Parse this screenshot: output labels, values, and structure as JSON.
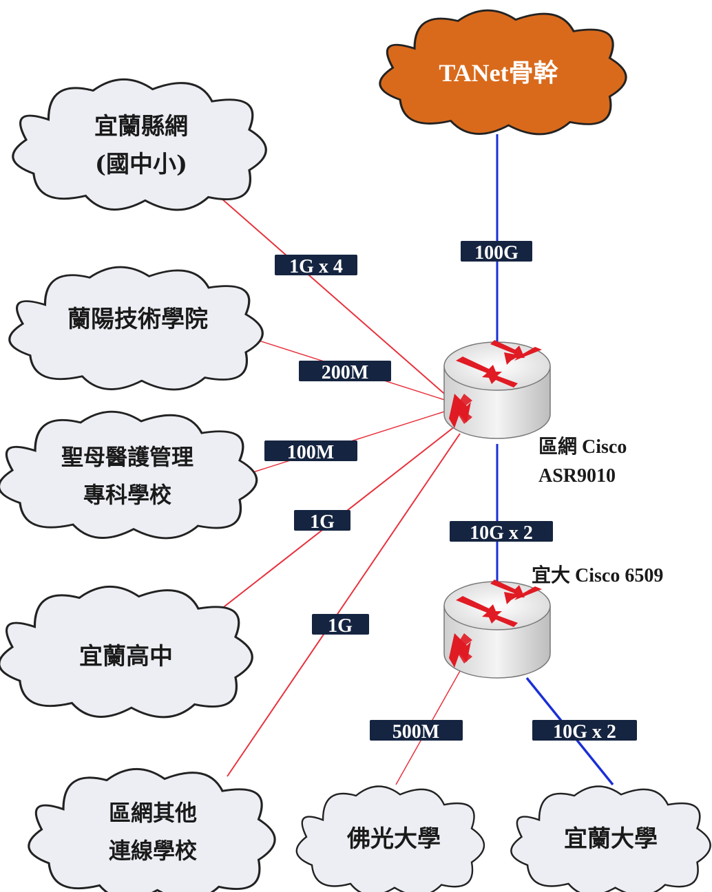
{
  "colors": {
    "backbone_cloud": "#d96a1c",
    "school_cloud": "#eceef3",
    "badge": "#152440",
    "link_red": "#e8313c",
    "link_blue": "#1a2fd6",
    "router_body": "#e6e6e6",
    "router_arrow": "#e01b24"
  },
  "backbone": {
    "label": "TANet骨幹"
  },
  "routers": {
    "core": {
      "line1": "區網 Cisco",
      "line2": "ASR9010",
      "icon": "router-icon"
    },
    "campus": {
      "line1": "宜大 Cisco 6509",
      "icon": "router-icon"
    }
  },
  "clouds": {
    "yilan_county": {
      "line1": "宜蘭縣網",
      "line2": "(國中小)"
    },
    "lanyang": {
      "line1": "蘭陽技術學院"
    },
    "smc": {
      "line1": "聖母醫護管理",
      "line2": "專科學校"
    },
    "yilan_high": {
      "line1": "宜蘭高中"
    },
    "others": {
      "line1": "區網其他",
      "line2": "連線學校"
    },
    "fgu": {
      "line1": "佛光大學"
    },
    "niu": {
      "line1": "宜蘭大學"
    }
  },
  "links": {
    "backbone_core": "100G",
    "core_county": "1G x 4",
    "core_lanyang": "200M",
    "core_smc": "100M",
    "core_high": "1G",
    "core_others": "1G",
    "core_campus": "10G x 2",
    "campus_fgu": "500M",
    "campus_niu": "10G x 2"
  }
}
